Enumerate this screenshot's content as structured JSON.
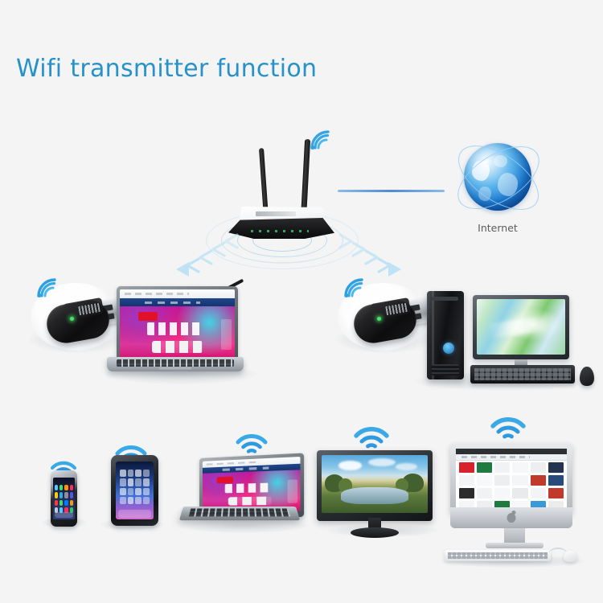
{
  "page": {
    "title": "Wifi transmitter function",
    "background_color": "#f4f4f4",
    "title_color": "#2791c9"
  },
  "network": {
    "internet_label": "Internet",
    "link_line_color": "#3f7fd0",
    "wifi_icon_color": "#2f9fe0",
    "arrow_color": "#bfe2f5"
  },
  "nodes": {
    "router": {
      "name": "wireless-router",
      "antennas": 2,
      "wifi_icon": "wifi-signal-icon",
      "led_color": "#37c06a"
    },
    "internet": {
      "name": "internet-globe",
      "icon": "globe-icon",
      "label": "Internet"
    },
    "adapter_left": {
      "name": "usb-wifi-adapter",
      "icon": "usb-dongle-icon",
      "led_color": "#49e36b",
      "wifi_icon": "wifi-signal-icon"
    },
    "adapter_right": {
      "name": "usb-wifi-adapter",
      "icon": "usb-dongle-icon",
      "led_color": "#49e36b",
      "wifi_icon": "wifi-signal-icon"
    },
    "laptop_top": {
      "name": "laptop-computer",
      "screen_content": "shopping-webpage"
    },
    "desktop": {
      "name": "desktop-computer",
      "parts": [
        "tower",
        "monitor",
        "keyboard",
        "mouse"
      ],
      "screen_content": "green-abstract-wallpaper"
    }
  },
  "client_devices": [
    {
      "name": "smartphone",
      "label": "smartphone",
      "wifi_icon": "wifi-signal-icon",
      "screen_content": "ios-home-screen"
    },
    {
      "name": "tablet",
      "label": "tablet",
      "wifi_icon": "wifi-signal-icon",
      "screen_content": "tablet-home-screen"
    },
    {
      "name": "laptop",
      "label": "laptop",
      "wifi_icon": "wifi-signal-icon",
      "screen_content": "shopping-webpage"
    },
    {
      "name": "tv-monitor",
      "label": "tv monitor",
      "wifi_icon": "wifi-signal-icon",
      "screen_content": "landscape-photo"
    },
    {
      "name": "imac",
      "label": "imac desktop",
      "wifi_icon": "wifi-signal-icon",
      "screen_content": "shopping-webpage"
    }
  ]
}
